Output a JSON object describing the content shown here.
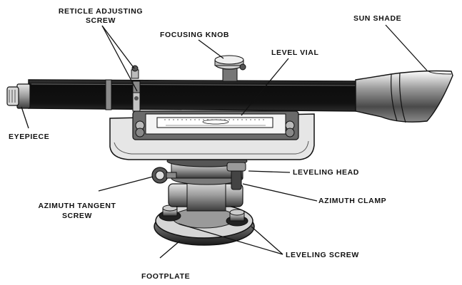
{
  "labels": {
    "reticle_line1": "RETICLE ADJUSTING",
    "reticle_line2": "SCREW",
    "focusing_knob": "FOCUSING KNOB",
    "level_vial": "LEVEL VIAL",
    "sun_shade": "SUN SHADE",
    "eyepiece": "EYEPIECE",
    "leveling_head": "LEVELING HEAD",
    "azimuth_tangent_line1": "AZIMUTH TANGENT",
    "azimuth_tangent_line2": "SCREW",
    "azimuth_clamp": "AZIMUTH CLAMP",
    "leveling_screw": "LEVELING SCREW",
    "footplate": "FOOTPLATE"
  },
  "colors": {
    "ink": "#111111",
    "paper": "#ffffff",
    "tube": "#141414"
  }
}
